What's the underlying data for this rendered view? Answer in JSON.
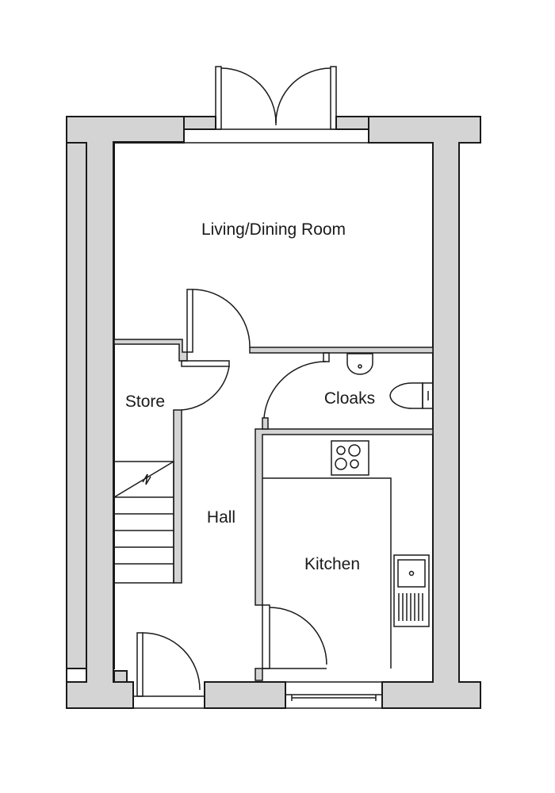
{
  "floorplan": {
    "rooms": {
      "living_dining": "Living/Dining Room",
      "store": "Store",
      "cloaks": "Cloaks",
      "hall": "Hall",
      "kitchen": "Kitchen"
    },
    "colors": {
      "wall": "#d4d4d4",
      "line": "#1a1a1a",
      "background": "#ffffff"
    }
  }
}
